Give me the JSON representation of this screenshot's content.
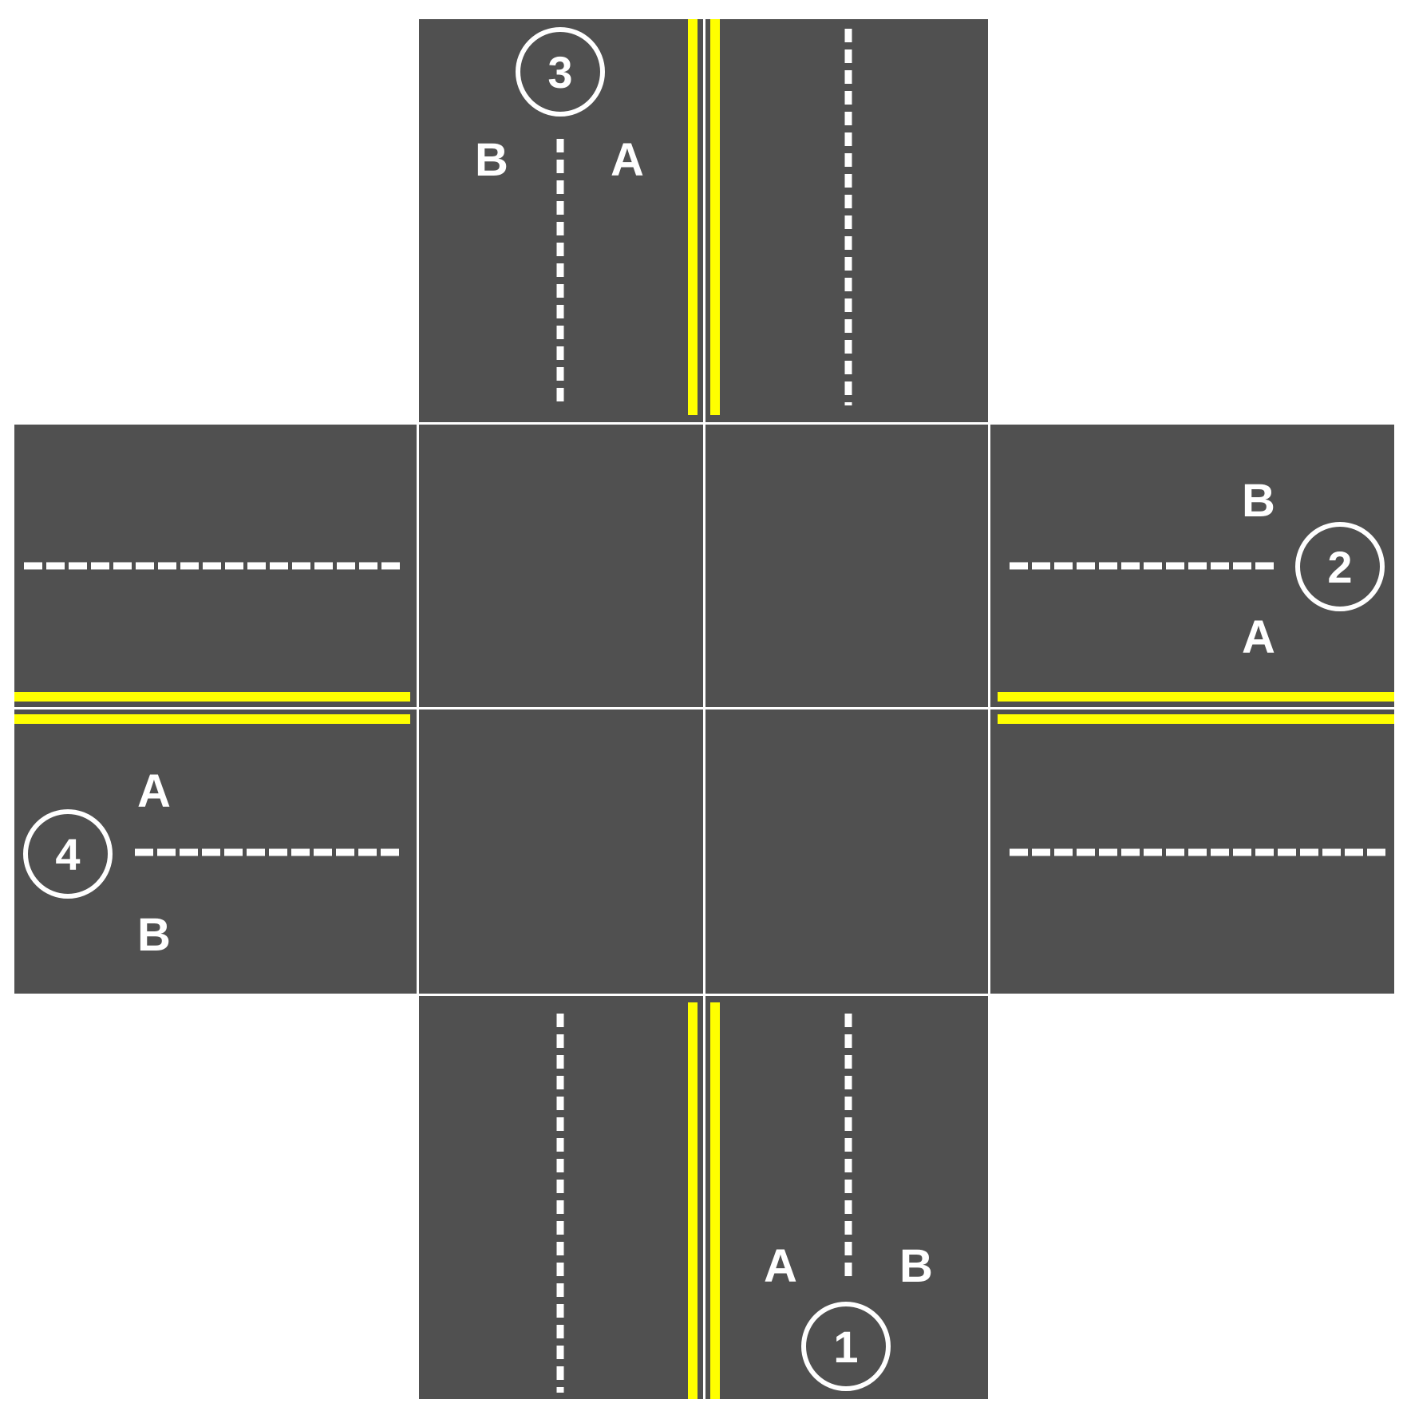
{
  "colors": {
    "asphalt": "#505050",
    "grid_line": "#ffffff",
    "center_line": "#ffff00",
    "lane_marking": "#ffffff",
    "background": "#ffffff",
    "text": "#ffffff"
  },
  "approaches": [
    {
      "number": "1",
      "lane_left": "A",
      "lane_right": "B"
    },
    {
      "number": "2",
      "lane_top": "B",
      "lane_bottom": "A"
    },
    {
      "number": "3",
      "lane_left": "B",
      "lane_right": "A"
    },
    {
      "number": "4",
      "lane_top": "A",
      "lane_bottom": "B"
    }
  ]
}
